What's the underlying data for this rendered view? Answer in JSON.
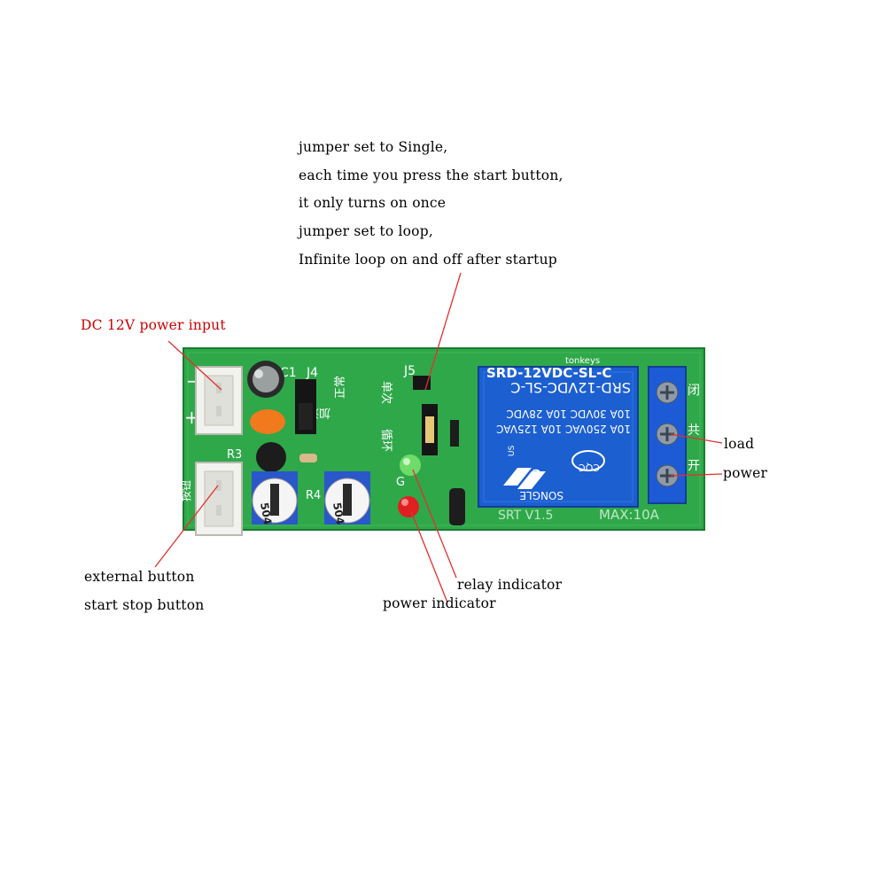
{
  "colors": {
    "pcb": "#2fa84a",
    "pcb_dark": "#1f8a38",
    "relay": "#1c5fd0",
    "screw_terminal": "#1d5bd6",
    "pot": "#2a57c9",
    "label_red": "#cc0000",
    "annotation_arrow": "#e23030"
  },
  "annotations": {
    "jumper_note": [
      "jumper set to Single,",
      "each time you press the start button,",
      "it only turns on once",
      "jumper set to loop,",
      "Infinite loop on and off after startup"
    ],
    "dc_power_input": "DC 12V power input",
    "load": "load",
    "power": "power",
    "external_button": "external button",
    "start_stop_button": "start stop button",
    "relay_indicator": "relay indicator",
    "power_indicator": "power indicator"
  },
  "pcb_silkscreen": {
    "brand": "tonkeys",
    "c1": "C1",
    "j4": "J4",
    "j5": "J5",
    "r3": "R3",
    "r4": "R4",
    "g": "G",
    "jiasu": "加速",
    "zhengchang": "正常",
    "danci": "单次",
    "xunhuan": "循环",
    "bi": "闭",
    "gong": "共",
    "kai": "开",
    "anniu": "按钮",
    "minus": "−",
    "plus": "+",
    "version": "SRT V1.5",
    "max_current": "MAX:10A",
    "relay_model": "SRD-12VDC-SL-C",
    "relay_rating1": "10A 250VAC  10A 125VAC",
    "relay_rating2": "10A 30VDC  10A 28VDC",
    "relay_brand": "SONGLE",
    "cqc": "CQC",
    "ur": "c",
    "us": "US",
    "pot_value": "504"
  }
}
